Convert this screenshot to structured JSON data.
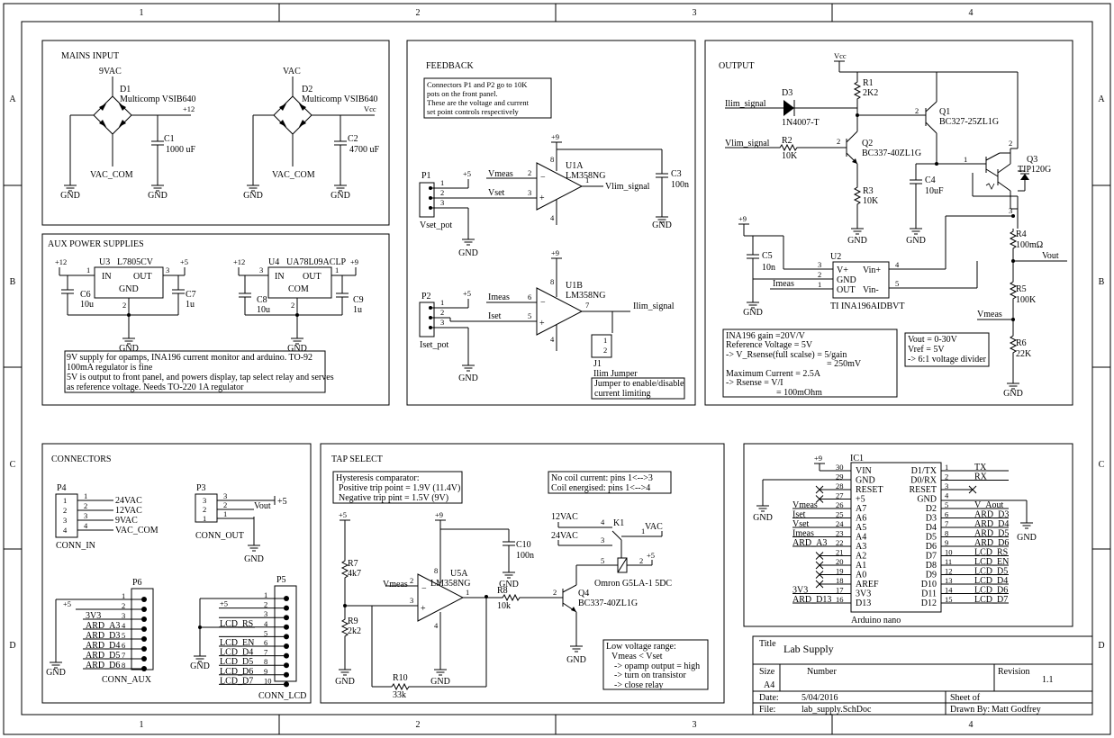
{
  "frame": {
    "cols": [
      "1",
      "2",
      "3",
      "4"
    ],
    "rows": [
      "A",
      "B",
      "C",
      "D"
    ]
  },
  "mains": {
    "title": "MAINS INPUT",
    "d1_v": "9VAC",
    "d1": "D1",
    "d1_part": "Multicomp VSIB640",
    "p12": "+12",
    "c1": "C1",
    "c1_val": "1000 uF",
    "vaccom1": "VAC_COM",
    "gnd": "GND",
    "d2_v": "VAC",
    "d2": "D2",
    "d2_part": "Multicomp VSIB640",
    "vcc": "Vcc",
    "c2": "C2",
    "c2_val": "4700 uF",
    "vaccom2": "VAC_COM"
  },
  "feedback": {
    "title": "FEEDBACK",
    "note": [
      "Connectors P1 and P2 go to 10K",
      "pots on the front panel.",
      "These are the voltage and current",
      "set point controls respectively"
    ],
    "p9": "+9",
    "u1a": "U1A",
    "u1a_part": "LM358NG",
    "p5": "+5",
    "p1": "P1",
    "vmeas": "Vmeas",
    "vset": "Vset",
    "vlim": "Vlim_signal",
    "c3": "C3",
    "c3_val": "100n",
    "vsetpot": "Vset_pot",
    "gnd": "GND",
    "u1b": "U1B",
    "u1b_part": "LM358NG",
    "p2": "P2",
    "imeas": "Imeas",
    "iset": "Iset",
    "ilim": "Ilim_signal",
    "j1": "J1",
    "isetpot": "Iset_pot",
    "ilimj": "Ilim Jumper",
    "jnote": [
      "Jumper to enable/disable",
      "current limiting"
    ],
    "pins": {
      "p8": "8",
      "p4": "4",
      "p2": "2",
      "p3": "3",
      "p1": "1",
      "p6": "6",
      "p5": "5",
      "p7": "7",
      "n1": "1",
      "n2": "2",
      "n3": "3"
    }
  },
  "output": {
    "title": "OUTPUT",
    "vcc": "Vcc",
    "r1": "R1",
    "r1_val": "2K2",
    "d3": "D3",
    "d3_part": "1N4007-T",
    "ilim": "Ilim_signal",
    "q1": "Q1",
    "q1_part": "BC327-25ZL1G",
    "vlim": "Vlim_signal",
    "r2": "R2",
    "r2_val": "10K",
    "q2": "Q2",
    "q2_part": "BC337-40ZL1G",
    "q3": "Q3",
    "q3_part": "TIP120G",
    "c4": "C4",
    "c4_val": "10uF",
    "r3": "R3",
    "r3_val": "10K",
    "gnd": "GND",
    "p9": "+9",
    "r4": "R4",
    "r4_val": "100mΩ",
    "vout": "Vout",
    "c5": "C5",
    "c5_val": "10n",
    "u2": "U2",
    "u2_vp": "V+",
    "u2_gnd": "GND",
    "u2_out": "OUT",
    "u2_vinp": "Vin+",
    "u2_vinm": "Vin-",
    "u2_part": "TI INA196AIDBVT",
    "imeas": "Imeas",
    "r5": "R5",
    "r5_val": "100K",
    "vmeas": "Vmeas",
    "r6": "R6",
    "r6_val": "22K",
    "pins": {
      "p3": "3",
      "p2": "2",
      "p1": "1",
      "p4": "4",
      "p5": "5",
      "q1": "1",
      "q2": "2",
      "q3": "3"
    },
    "note1": [
      "INA196 gain =20V/V",
      "Reference Voltage = 5V",
      "-> V_Rsense(full scalse) = 5/gain",
      "= 250mV",
      "Maximum Current = 2.5A",
      "-> Rsense = V/I",
      "= 100mOhm"
    ],
    "note2": [
      "Vout = 0-30V",
      "Vref = 5V",
      "-> 6:1 voltage divider"
    ]
  },
  "aux": {
    "title": "AUX POWER SUPPLIES",
    "p12": "+12",
    "u3": "U3",
    "u3_part": "L7805CV",
    "p5": "+5",
    "in": "IN",
    "out": "OUT",
    "gnd": "GND",
    "com": "COM",
    "c6": "C6",
    "c6_val": "10u",
    "c7": "C7",
    "c7_val": "1u",
    "u4": "U4",
    "u4_part": "UA78L09ACLP",
    "p9": "+9",
    "c8": "C8",
    "c8_val": "10u",
    "c9": "C9",
    "c9_val": "1u",
    "n1": "1",
    "n2": "2",
    "n3": "3",
    "note": [
      "9V supply for opamps, INA196 current monitor and arduino. TO-92",
      "100mA regulator is fine",
      "5V is output to front panel, and powers display, tap select relay and serves",
      "as reference voltage. Needs TO-220 1A regulator"
    ]
  },
  "connectors": {
    "title": "CONNECTORS",
    "p4": "P4",
    "p4_pins": [
      "24VAC",
      "12VAC",
      "9VAC",
      "VAC_COM"
    ],
    "conn_in": "CONN_IN",
    "p3": "P3",
    "p3_sigs": [
      "+5",
      "Vout",
      ""
    ],
    "conn_out": "CONN_OUT",
    "p6": "P6",
    "p6_sigs": [
      "",
      "+5",
      "3V3",
      "ARD_A3",
      "ARD_D3",
      "ARD_D4",
      "ARD_D5",
      "ARD_D6"
    ],
    "conn_aux": "CONN_AUX",
    "p5": "P5",
    "p5_sigs": [
      "",
      "+5",
      "",
      "LCD_RS",
      "",
      "LCD_EN",
      "LCD_D4",
      "LCD_D5",
      "LCD_D6",
      "LCD_D7"
    ],
    "conn_lcd": "CONN_LCD",
    "gnd": "GND"
  },
  "tap": {
    "title": "TAP SELECT",
    "note": [
      "Hysteresis comparator:",
      "Positive trip point = 1.9V (11.4V)",
      "Negative trip pint = 1.5V (9V)"
    ],
    "coil": [
      "No coil current:  pins 1<-->3",
      "Coil energised:  pins 1<-->4"
    ],
    "p5": "+5",
    "p9": "+9",
    "r7": "R7",
    "r7_val": "4k7",
    "vmeas": "Vmeas",
    "u5a": "U5A",
    "u5a_part": "LM358NG",
    "r8": "R8",
    "r8_val": "10k",
    "r9": "R9",
    "r9_val": "2k2",
    "r10": "R10",
    "r10_val": "33k",
    "c10": "C10",
    "c10_val": "100n",
    "gnd": "GND",
    "k1": "K1",
    "vac12": "12VAC",
    "vac24": "24VAC",
    "vac": "VAC",
    "k1_part": "Omron G5LA-1 5DC",
    "q4": "Q4",
    "q4_part": "BC337-40ZL1G",
    "pins": {
      "p2": "2",
      "p3": "3",
      "p1": "1",
      "p8": "8",
      "p4": "4",
      "k4": "4",
      "k1": "1",
      "k3": "3",
      "k5": "5",
      "k2": "2",
      "q1": "1",
      "q2": "2",
      "q3": "3"
    },
    "low": [
      "Low voltage range:",
      "Vmeas < Vset",
      "-> opamp output = high",
      "-> turn on transistor",
      "-> close relay"
    ]
  },
  "arduino": {
    "ic": "IC1",
    "p9": "+9",
    "gnd": "GND",
    "part": "Arduino nano",
    "left": [
      {
        "n": "30",
        "p": "VIN",
        "s": ""
      },
      {
        "n": "29",
        "p": "GND",
        "s": ""
      },
      {
        "n": "28",
        "p": "RESET",
        "s": ""
      },
      {
        "n": "27",
        "p": "+5",
        "s": ""
      },
      {
        "n": "26",
        "p": "A7",
        "s": "Vmeas"
      },
      {
        "n": "25",
        "p": "A6",
        "s": "Iset"
      },
      {
        "n": "24",
        "p": "A5",
        "s": "Vset"
      },
      {
        "n": "23",
        "p": "A4",
        "s": "Imeas"
      },
      {
        "n": "22",
        "p": "A3",
        "s": "ARD_A3"
      },
      {
        "n": "21",
        "p": "A2",
        "s": ""
      },
      {
        "n": "20",
        "p": "A1",
        "s": ""
      },
      {
        "n": "19",
        "p": "A0",
        "s": ""
      },
      {
        "n": "18",
        "p": "AREF",
        "s": ""
      },
      {
        "n": "17",
        "p": "3V3",
        "s": "3V3"
      },
      {
        "n": "16",
        "p": "D13",
        "s": "ARD_D13"
      }
    ],
    "right": [
      {
        "n": "1",
        "p": "D1/TX",
        "s": "TX"
      },
      {
        "n": "2",
        "p": "D0/RX",
        "s": "RX"
      },
      {
        "n": "3",
        "p": "RESET",
        "s": ""
      },
      {
        "n": "4",
        "p": "GND",
        "s": ""
      },
      {
        "n": "5",
        "p": "D2",
        "s": "V_Aout"
      },
      {
        "n": "6",
        "p": "D3",
        "s": "ARD_D3"
      },
      {
        "n": "7",
        "p": "D4",
        "s": "ARD_D4"
      },
      {
        "n": "8",
        "p": "D5",
        "s": "ARD_D5"
      },
      {
        "n": "9",
        "p": "D6",
        "s": "ARD_D6"
      },
      {
        "n": "10",
        "p": "D7",
        "s": "LCD_RS"
      },
      {
        "n": "11",
        "p": "D8",
        "s": "LCD_EN"
      },
      {
        "n": "12",
        "p": "D9",
        "s": "LCD_D5"
      },
      {
        "n": "13",
        "p": "D10",
        "s": "LCD_D4"
      },
      {
        "n": "14",
        "p": "D11",
        "s": "LCD_D6"
      },
      {
        "n": "15",
        "p": "D12",
        "s": "LCD_D7"
      }
    ]
  },
  "titleblock": {
    "title_lbl": "Title",
    "title": "Lab Supply",
    "size_lbl": "Size",
    "size": "A4",
    "number_lbl": "Number",
    "revision_lbl": "Revision",
    "revision": "1.1",
    "date_lbl": "Date:",
    "date": "5/04/2016",
    "sheet_lbl": "Sheet    of",
    "file_lbl": "File:",
    "file": "lab_supply.SchDoc",
    "drawn_lbl": "Drawn By:",
    "drawn": "Matt Godfrey"
  }
}
